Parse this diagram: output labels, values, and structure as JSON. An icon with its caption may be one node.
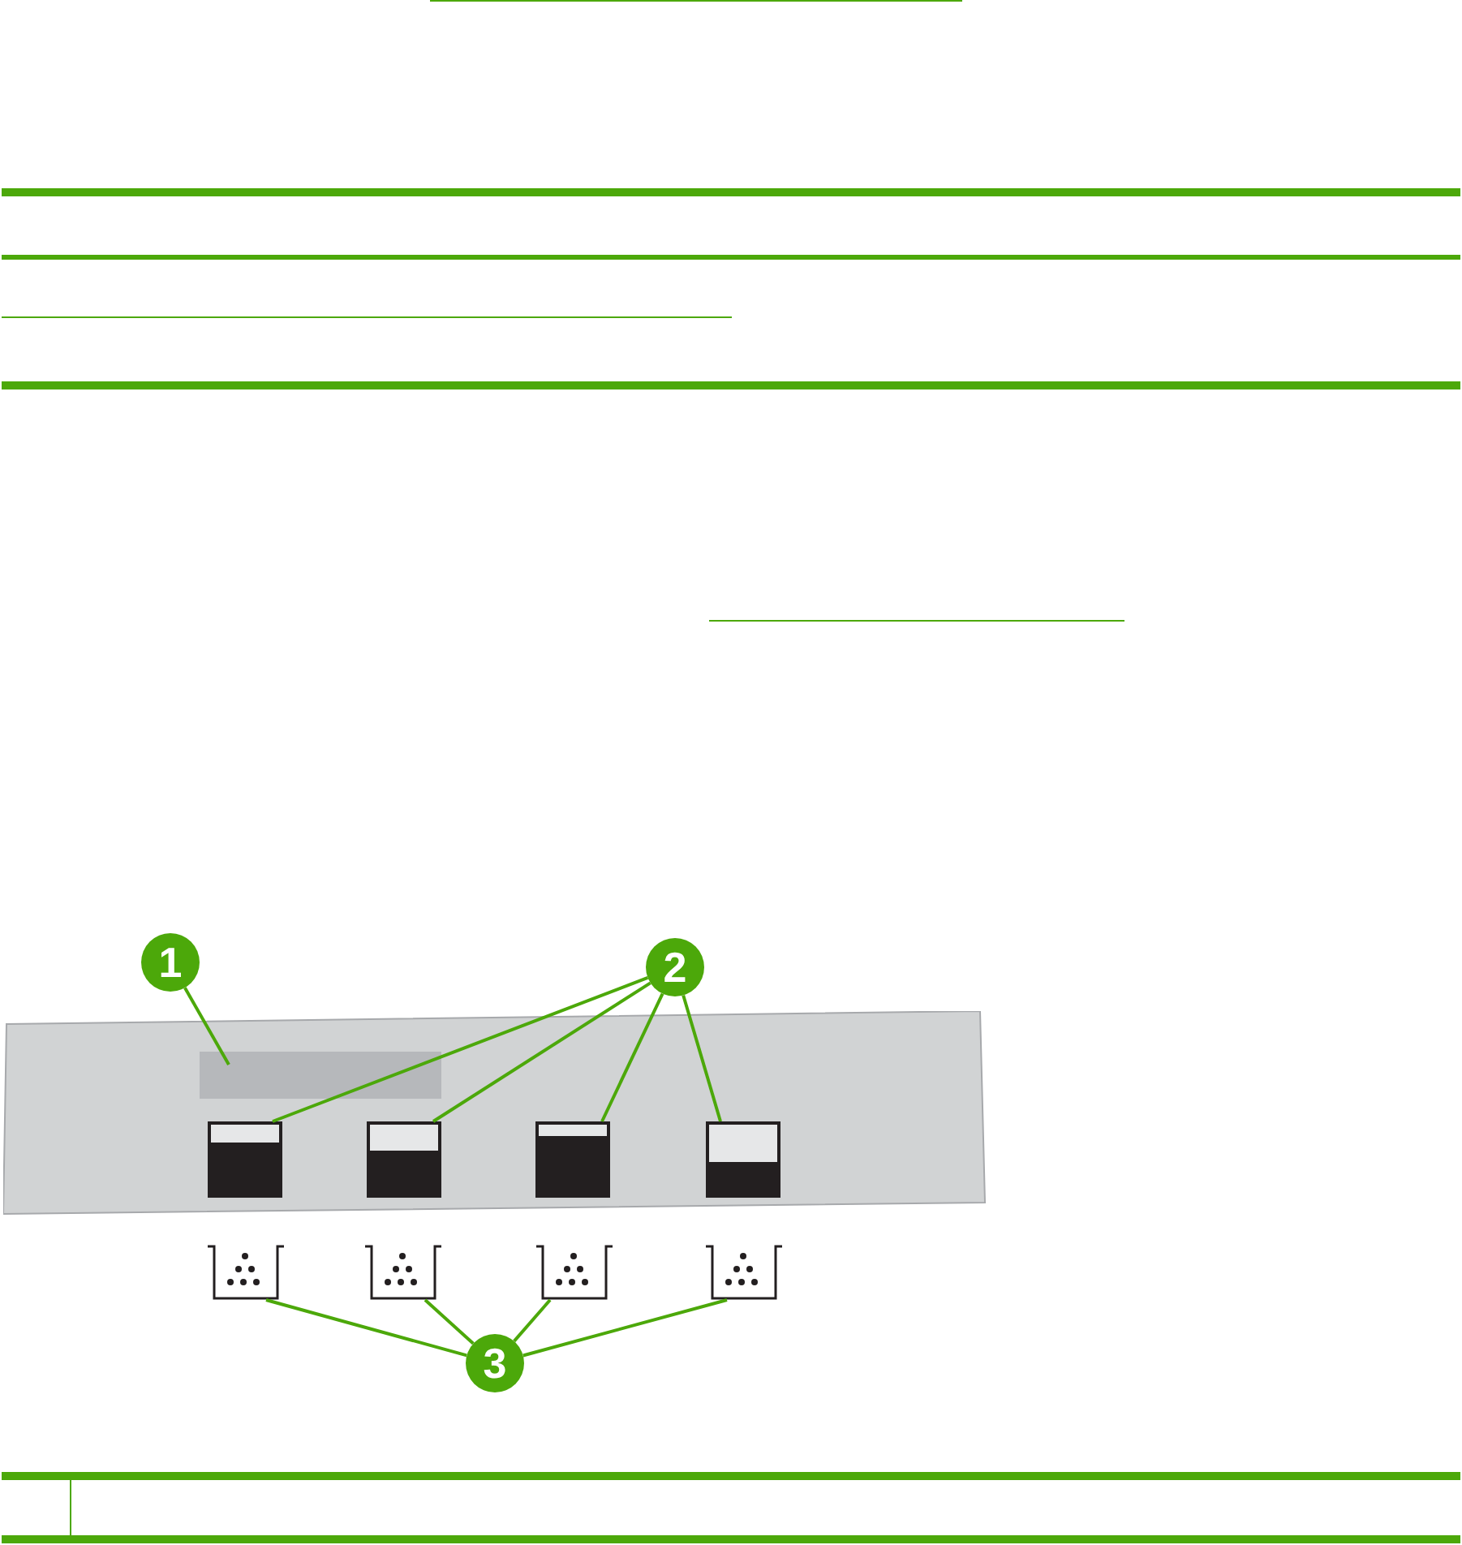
{
  "diagram": {
    "nodes": [
      {
        "text": [
          "1"
        ]
      },
      {
        "text": [
          "2"
        ]
      },
      {
        "text": [
          "3"
        ]
      },
      {
        "text": [],
        "shape": "box"
      },
      {
        "text": [],
        "shape": "box",
        "in": 3
      },
      {
        "text": [],
        "shape": "bar",
        "in": 3
      },
      {
        "text": [],
        "shape": "bar",
        "in": 3
      },
      {
        "text": [],
        "shape": "bar",
        "in": 3
      },
      {
        "text": [],
        "shape": "bar",
        "in": 3
      },
      {
        "text": [],
        "shape": "picture"
      },
      {
        "text": [],
        "shape": "picture"
      },
      {
        "text": [],
        "shape": "picture"
      },
      {
        "text": [],
        "shape": "picture"
      }
    ],
    "edges": [
      {
        "from": 0,
        "to": 4,
        "arrow": "none"
      },
      {
        "from": 1,
        "to": 5,
        "arrow": "none"
      },
      {
        "from": 1,
        "to": 6,
        "arrow": "none"
      },
      {
        "from": 1,
        "to": 7,
        "arrow": "none"
      },
      {
        "from": 1,
        "to": 8,
        "arrow": "none"
      },
      {
        "from": 2,
        "to": 9,
        "arrow": "none"
      },
      {
        "from": 2,
        "to": 10,
        "arrow": "none"
      },
      {
        "from": 2,
        "to": 11,
        "arrow": "none"
      },
      {
        "from": 2,
        "to": 12,
        "arrow": "none"
      }
    ]
  }
}
